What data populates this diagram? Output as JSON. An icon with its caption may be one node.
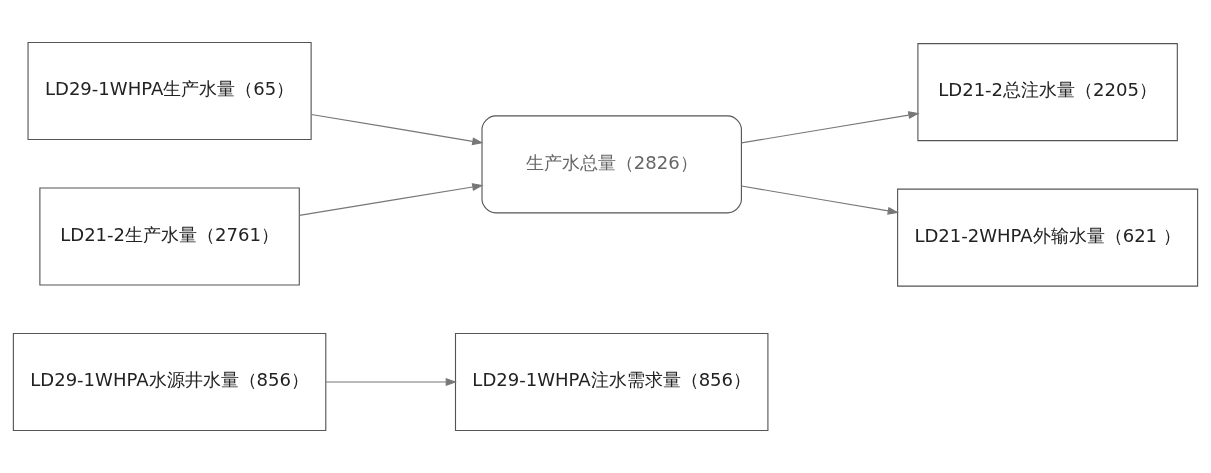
{
  "diagram": {
    "nodes": [
      {
        "text": [
          "LD29-1WHPA水源井水量（856）"
        ]
      },
      {
        "text": [
          "LD29-1WHPA注水需求量（856）"
        ]
      },
      {
        "text": [
          "LD29-1WHPA生产水量（65）"
        ]
      },
      {
        "text": [
          "LD21-2生产水量（2761）"
        ]
      },
      {
        "text": [
          "生产水总量（2826）"
        ]
      },
      {
        "text": [
          "LD21-2总注水量（2205）"
        ]
      },
      {
        "text": [
          "LD21-2WHPA外输水量（621 ）"
        ]
      }
    ],
    "edges": [
      {
        "from": 0,
        "to": 1,
        "arrow": "to"
      },
      {
        "from": 2,
        "to": 4,
        "arrow": "to"
      },
      {
        "from": 3,
        "to": 4,
        "arrow": "to"
      },
      {
        "from": 4,
        "to": 5,
        "arrow": "to"
      },
      {
        "from": 4,
        "to": 6,
        "arrow": "to"
      }
    ]
  }
}
